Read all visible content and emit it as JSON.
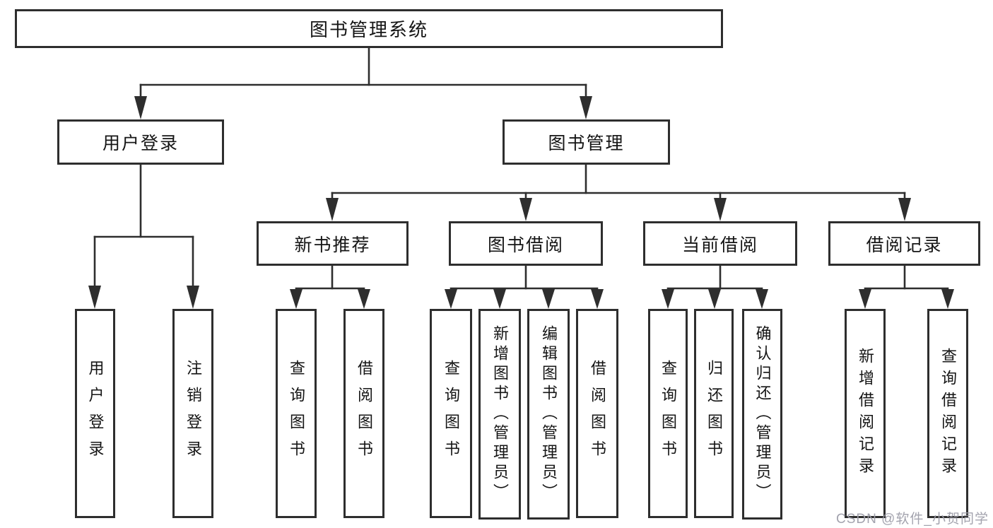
{
  "diagram_title": "图书管理系统",
  "tree": {
    "label": "图书管理系统",
    "children": [
      {
        "label": "用户登录",
        "children": [
          {
            "label": "用户登录"
          },
          {
            "label": "注销登录"
          }
        ]
      },
      {
        "label": "图书管理",
        "children": [
          {
            "label": "新书推荐",
            "children": [
              {
                "label": "查询图书"
              },
              {
                "label": "借阅图书"
              }
            ]
          },
          {
            "label": "图书借阅",
            "children": [
              {
                "label": "查询图书"
              },
              {
                "label": "新增图书（管理员）"
              },
              {
                "label": "编辑图书（管理员）"
              },
              {
                "label": "借阅图书"
              }
            ]
          },
          {
            "label": "当前借阅",
            "children": [
              {
                "label": "查询图书"
              },
              {
                "label": "归还图书"
              },
              {
                "label": "确认归还（管理员）"
              }
            ]
          },
          {
            "label": "借阅记录",
            "children": [
              {
                "label": "新增借阅记录"
              },
              {
                "label": "查询借阅记录"
              }
            ]
          }
        ]
      }
    ]
  },
  "watermark": {
    "text": "CSDN @软件_小贺同学"
  },
  "colors": {
    "line": "#2e2e2e",
    "box_border": "#2e2e2e",
    "box_fill": "#ffffff",
    "text": "#151515",
    "watermark": "#9e9eaa",
    "background": "#ffffff"
  }
}
